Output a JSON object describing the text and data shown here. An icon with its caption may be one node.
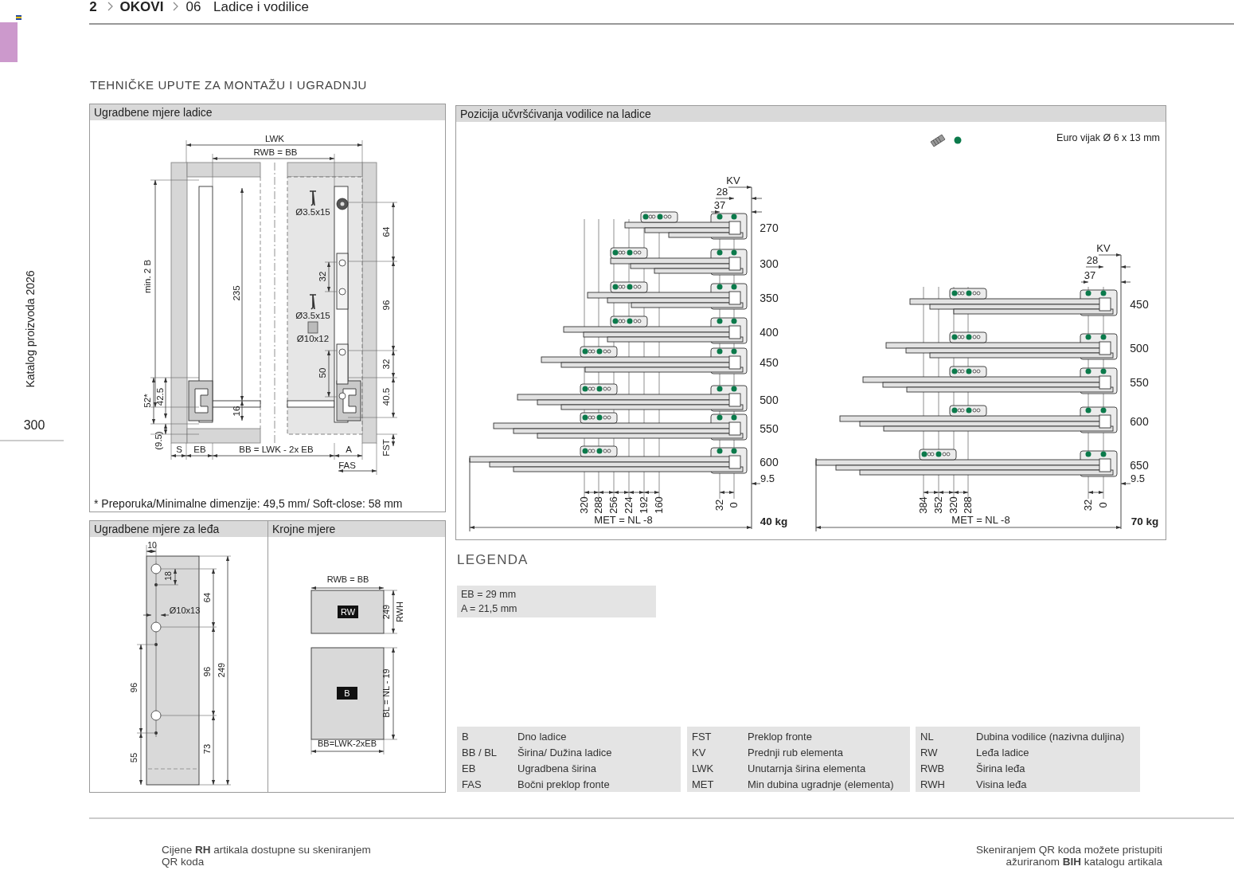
{
  "diagram": {
    "title": "TEHNIČKE UPUTE ZA MONTAŽU I UGRADNJU",
    "nodes": [
      {
        "text": [
          "Ugradbene mjere ladice"
        ]
      },
      {
        "text": [
          "Pozicija učvršćivanja vodilice na ladice"
        ]
      },
      {
        "text": [
          "Ugradbene mjere za leđa"
        ]
      },
      {
        "text": [
          "Krojne mjere"
        ]
      },
      {
        "text": [
          "RW"
        ],
        "in": 3
      },
      {
        "text": [
          "B"
        ],
        "in": 3
      },
      {
        "text": [
          "LEGENDA",
          "EB = 29 mm",
          "A = 21,5 mm"
        ]
      },
      {
        "text": [
          "B",
          "Dno ladice",
          "BB / BL",
          "Širina/ Dužina ladice",
          "EB",
          "Ugradbena širina",
          "FAS",
          "Bočni preklop fronte"
        ]
      },
      {
        "text": [
          "FST",
          "Preklop fronte",
          "KV",
          "Prednji rub elementa",
          "LWK",
          "Unutarnja širina elementa",
          "MET",
          "Min dubina ugradnje (elementa)"
        ]
      },
      {
        "text": [
          "NL",
          "Dubina vodilice (nazivna duljina)",
          "RW",
          "Leđa ladice",
          "RWB",
          "Širina leđa",
          "RWH",
          "Visina leđa"
        ]
      }
    ],
    "labels": [
      "2",
      "OKOVI",
      "06",
      "Ladice i vodilice",
      "Katalog proizvoda 2026",
      "300",
      "LWK",
      "RWB = BB",
      "min. 2 B",
      "235",
      "Ø3.5x15",
      "64",
      "32",
      "96",
      "Ø3.5x15",
      "Ø10x12",
      "50",
      "32",
      "52*",
      "42.5",
      "40.5",
      "16",
      "(9.5)",
      "S",
      "EB",
      "BB = LWK - 2x EB",
      "A",
      "FST",
      "FAS",
      "* Preporuka/Minimalne dimenzije: 49,5 mm/ Soft-close: 58 mm",
      "Euro vijak Ø 6 x 13 mm",
      "KV",
      "28",
      "37",
      "270",
      "300",
      "350",
      "400",
      "450",
      "500",
      "550",
      "600",
      "9.5",
      "320",
      "288",
      "256",
      "224",
      "192",
      "160",
      "32",
      "0",
      "MET = NL -8",
      "40 kg",
      "KV",
      "28",
      "37",
      "450",
      "500",
      "550",
      "600",
      "650",
      "9.5",
      "384",
      "352",
      "320",
      "288",
      "32",
      "0",
      "MET = NL -8",
      "70 kg",
      "10",
      "18",
      "64",
      "Ø10x13",
      "96",
      "96",
      "249",
      "73",
      "55",
      "RWB = BB",
      "249",
      "RWH",
      "BL = NL - 19",
      "BB=LWK-2xEB",
      "Cijene **RH** artikala dostupne su skeniranjem QR koda",
      "Skeniranjem QR koda možete pristupiti ažuriranom **BIH** katalogu artikala"
    ]
  }
}
